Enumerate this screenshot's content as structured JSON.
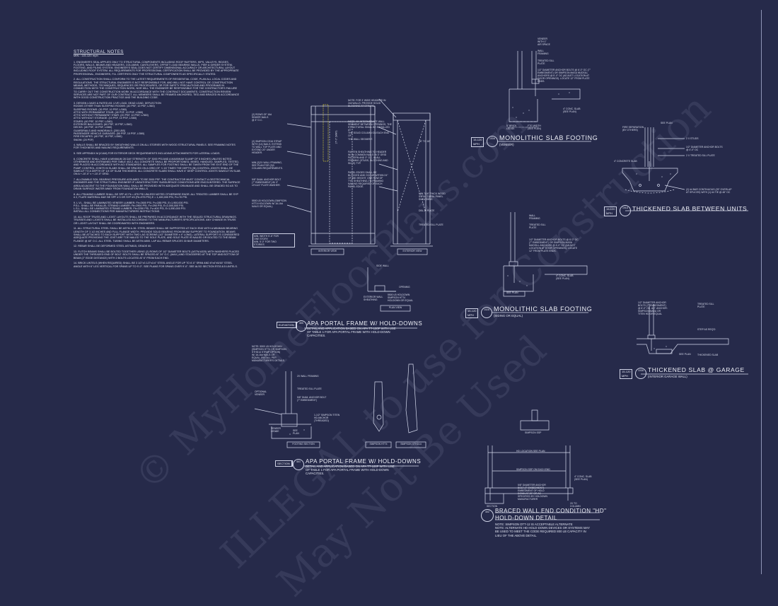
{
  "notes": {
    "title": "STRUCTURAL NOTES",
    "subtitle": "MIN.: 115-120 mph",
    "items": [
      "1. ENGINEER'S SEAL APPLIES ONLY TO STRUCTURAL COMPONENTS INCLUDING ROOF RAFTERS, HIPS, VALLEYS, RIDGES, FLOORS, WALLS, BEAMS AND HEADERS, COLUMNS, CANTILEVERS, OFFSET LOAD BEARING WALLS, PIER & GIRDER SYSTEM, FOOTING, AND PILING SYSTEM. ENGINEER'S SEAL DOES NOT CERTIFY DIMENSIONAL ACCURACY OR ARCHITECTURAL LAYOUT INCLUDING ROOF SYSTEM. ALL REQUIREMENTS FOR PROFESSIONAL CERTIFICATION SHALL BE PROVIDED BY THE APPROPRIATE PROFESSIONAL, ENGINEERS, P.A. CERTIFIES ONLY THE STRUCTURAL COMPONENTS AS SPECIFICALLY STATED.",
      "2. ALL CONSTRUCTION SHALL CONFORM TO THE LATEST REQUIREMENTS OF RESIDENTIAL CODE, PLAN ALL LOCAL CODES AND REGULATIONS. THE STRUCTURAL ENGINEER IS NOT RESPONSIBLE FOR, AND WILL NOT HAVE CONTROL OF, CONSTRUCTION MEANS, METHODS, TECHNIQUES, SEQUENCES OR PROCEDURES, OR FOR SAFETY PRECAUTIONS AND PROGRAMS IN CONNECTION WITH THE CONSTRUCTION WORK, NOR WILL THE ENGINEER BE RESPONSIBLE FOR THE CONTRACTOR'S FAILURE TO CARRY OUT THE CONSTRUCTION WORK IN ACCORDANCE WITH THE CONTRACT DOCUMENTS. CONSTRUCTION REVIEW SERVICES ARE NOT PART OF OUR CONTRACT. ALL MEMBERS SHALL BE FRAMED ANCHORED, TIED AND BRACED IN ACCORDANCE WITH GOOD CONSTRUCTION PRACTICE AND THE BUILDING CODE.",
      "3. DESIGN LOADS & RATED AS: LIVE LOAD, DEAD LOAD, DEFLECTION\n ROOMS OTHER THAN SLEEPING ROOMS: (40 PSF, 10 PSF, L/360)\n SLEEPING ROOMS: (30 PSF, 10 PSF, L/360)\n ATTIC WITH PERMANENT STAIR: (40 PSF, 10 PSF, L/360)\n ATTIC WITHOUT PERMANENT STAIR: (20 PSF, 10 PSF, L/360)\n ATTIC WITHOUT STORAGE: (10 PSF, 10 PSF, L/360)\n STAIRS: (40 PSF, 10 PSF, L/360)\n EXTERIOR BALCONIES: (60 PSF, 10 PSF, L/360)\n DECKS: (40 PSF, 10 PSF, L/360)\n GUARDRAILS AND HANDRAILS: (200 LBS)\n PASSENGER VEHICLE GARAGES: (50 PSF, 10 PSF, L/360)\n FIRE ESCAPES: (40 PSF, 10 PSF, L/360)\n SNOW: (20 PSF)",
      "4. WALLS SHALL BE BRACED BY SHEATHING WALLS ON ALL STORIES WITH WOOD STRUCTURAL PANELS. SEE FRAMING NOTES FOR THICKNESS AND NAILING REQUIREMENTS.",
      "5. SEE APPENDIX M (ICAM) FOR EXTERIOR DECK REQUIREMENTS INCLUDING ATTACHMENTS FOR LATERAL LOADS.",
      "6. CONCRETE SHALL HAVE A MINIMUM 28 DAY STRENGTH OF 3000 PSI AND A MAXIMUM SLUMP OF 5 INCHES UNLESS NOTED OTHERWISE AND ENTRAINED PER TABLE 402.2. ALL CONCRETE SHALL BE PROPORTIONED, MIXED, HANDLED, SAMPLED, TESTED, AND PLACED IN ACCORDANCE WITH ACI STANDARDS. ALL SAMPLES FOR FOOTING SHALL BE TAKEN FROM THE EXIT END OF THE PUMP. CONTROL JOINTS IN SLABS SHALL BE SPACED ON A GRID OF +/-15' TIMES THE DEPTH (IN) CONTROL JOINTS SHALL BE SAWCUT TO A DEPTH OF 1/4 OF SLAB THICKNESS. ALL CONCRETE SLABS SHALL HAVE 6\" DEEP CONTROL JOINTS SAWCUT IN SLAB ON A +-10'-0\" x +-10'-0\" GRID.",
      "7. ALLOWABLE SOIL BEARING PRESSURE ASSUMED TO BE 2000 PSF. THE CONTRACTOR MUST CONTACT A GEOTECHNICAL ENGINEER AND THE STRUCTURAL ENGINEER IF UNSATISFACTORY SUBSURFACE CONDITIONS ARE ENCOUNTERED. THE SURFACE AREA ADJACENT TO THE FOUNDATION WALL SHALL BE PROVIDED WITH ADEQUATE DRAINAGE AND SHALL BE GRADED SO AS TO DRAIN SURFACE WATER AWAY FROM FOUNDATION WALLS.",
      "8. ALL FRAMING LUMBER SHALL BE SPF #2 Fb = 875 PSI UNLESS NOTED OTHERWISE ENGR. ALL TREATED LUMBER SHALL BE SYP # 2, PLATE MATERIAL MAY BE SPF # 3 OR SYP #3 (Fb=975 PSI) E = 1,400,000 PSI, Fv=70 PSI.",
      "9. L.V.L. SHALL BE LAMINATED VENEER LUMBER; Fb=2600 PSI, Fv=285 PSI, E=1,900,000 PSI.\n P.S.L. SHALL BE PARALLEL STRAND LUMBER; Fb=2900 PSI, Fv=290 PSI, E=2,000,000 PSI.\n L.S.L. SHALL BE LAMINATED STRAND LUMBER; Fb=2250 PSI, Fv=400 PSI, E=1,550,000 PSI.\n INSTALL ALL CONNECTIONS PER MANUFACTURERS INSTRUCTIONS.",
      "10. ALL ROOF TRUSS AND I-JOIST LAYOUTS SHALL BE PREPARED IN ACCORDANCE WITH THE SEALED STRUCTURAL DRAWINGS. TRUSSES AND I-JOISTS SHALL BE INSTALLED ACCORDING TO THE MANUFACTURER'S SPECIFICATIONS. ANY CHANGE IN TRUSS OR I-JOIST LAYOUT SHALL BE COORDINATED WITH ENGINEERS.",
      "11. ALL STRUCTURAL STEEL SHALL BE ASTM A-36. STEEL BEAMS SHALL BE SUPPORTED AT EACH END WITH A MINIMUM BEARING LENGTH OF 3 1/2 INCHES AND FULL FLANGE WIDTH. PROVIDE SOLID BEARING FROM BEAM SUPPORT TO FOUNDATION. BEAMS SHALL BE ATTACHED TO EACH SUPPORT WITH TWO LAG SCREWS (1/2\" DIAMETER x 4\" LONG). LATERAL SUPPORT IS CONSIDERED ADEQUATE PROVIDING THE JOIST ARE TOE NAILED TO THE SOLE PLATE, AND SOLE PLATE IS NAILED OR BOLTED TO THE BEAM FLANGE @ 48\" O.C. ALL STEEL TUBING SHALL BE ASTM A500. LAP ALL REBAR SPLICES 30 BAR DIAMETERS.",
      "12. REBAR SHALL BE DEFORMED STEEL ASTM615, GRADE 60.",
      "13. FLITCH BEAMS SHALL BE BOLTED TOGETHER USING (2) ROWS OF 1/2\" DIAMETER BOLTS (ASTM A325) WITH WASHERS PLACED UNDER THE THREADED END OF BOLT. BOLTS SHALL BE SPACED AT 24\" O.C. (MAX.) AND STAGGERED AT THE TOP AND BOTTOM OF BEAM (2\" EDGE DISTANCE) WITH 2 BOLTS LOCATED AT 6\" FROM EACH END.",
      "14. BRICK LINTELS (WHEN REQUIRED) SHALL BE 3 1/2\"x3 1/2\"x1/4\" STEEL ANGLE FOR UP TO 6'-0\" SPAN AND 6\"x4\"x5/16\" STEEL ANGLE WITH 6\" LEG VERTICAL FOR SPANS UP TO 9'-0\". SEE PLANS FOR SPANS OVER 9'-0\". SEE ALSO SECTION R703.8.5 LINTELS."
    ]
  },
  "details": {
    "apa_elev": {
      "tag_left": "ELEVATION",
      "tag_num": "400",
      "tag_sheet": "SD",
      "title": "APA PORTAL FRAME W/ HOLD-DOWNS",
      "subtitle": "DETAIL AND APPLICATION BASED ON APA TT-100F WITH USE\nOF TABLE 1 FOR APA PORTAL FRAME WITH HOLD-DOWN\nCAPACITIES.",
      "interior_view": "INTERIOR VIEW",
      "exterior_view": "EXTERIOR VIEW",
      "plan_view": "PLAN VIEW"
    },
    "apa_section": {
      "tag_left": "SECTION",
      "tag_num": "401",
      "tag_sheet": "SD",
      "title": "APA PORTAL FRAME W/ HOLD-DOWNS",
      "subtitle": "DETAIL AND APPLICATION BASED ON APA TT-100F WITH USE\nOF TABLE 1 FOR APA PORTAL FRAME WITH HOLD-DOWN\nCAPACITIES.",
      "footing_section": "FOOTING SECTION",
      "simpson_hta": "SIMPSON HTT4",
      "simpson_stho": "SIMPSON STHD14"
    },
    "mono_veneer": {
      "tag_a": "15-120",
      "tag_b": "MPH",
      "tag_num": "100A",
      "tag_sheet": "SD",
      "title": "MONOLITHIC SLAB FOOTING",
      "subtitle": "(VENEER)"
    },
    "thick_units": {
      "tag_a": "15-120",
      "tag_b": "MPH",
      "tag_num": "101A",
      "tag_sheet": "SD",
      "title": "THICKENED SLAB BETWEEN UNITS"
    },
    "mono_siding": {
      "tag_a": "15-120",
      "tag_b": "MPH",
      "tag_num": "102A",
      "tag_sheet": "SD",
      "title": "MONOLITHIC SLAB FOOTING",
      "subtitle": "(SIDING OR EQUAL)"
    },
    "thick_garage": {
      "tag_a": "15-120",
      "tag_b": "MPH",
      "tag_num": "103A",
      "tag_sheet": "SD",
      "title": "THICKENED SLAB @ GARAGE",
      "subtitle": "(INTERIOR GARAGE WALL)"
    },
    "braced": {
      "tag_num": "402",
      "tag_sheet": "SD",
      "title_1": "BRACED WALL END CONDITION \"HD\"",
      "title_2": "HOLD-DOWN DETAIL",
      "subtitle": "NOTE: SIMPSON DTT-12 IS ACCEPTABLE ALTERNATE\nNOTE: ALTERNATE HD HOLD-DOWN DEVICES OR SYSTEMS MAY\nBE USED TO MEET THE CODE REQUIRED 800 LB CAPACITY IN\nLIEU OF THE ABOVE DETAIL."
    }
  },
  "labels": {
    "veneer": "VENEER\nWITH 1\"\nAIR SPACE",
    "wall": "WALL\nFRAMING",
    "treated_sill": "TREATED SILL\nPLATE",
    "anchor_bolt": "1/2\" DIAMETER ANCHOR BOLTS @ 6'-0\" OC (7\"\nEMBEDMENT) OR SIMPSON MASA MUDSILL\nANCHORS @ 6'-0\" OC (ADJUST LOCATION AT\nDOOR OPENINGS). LOCATE 12\" FROM PLATE\nENDS.",
    "conc_slab": "4\" CONC. SLAB\n(SEE PLAN)",
    "brick_ledge": "5\" BRICK\nLEDGE",
    "ftg_width": "FTG WIDTH\n(SEE PLAN)",
    "fire_sep": "FIRE SEPARATION\n(BY OTHERS)",
    "see_plan": "SEE PLAN",
    "studs": "2 X STUDS",
    "anchor_48": "1/2\" DIAMETER ANCHOR BOLTS\n@ 4'-0\" OC",
    "treated_plate": "2 X TREATED SILL PLATE",
    "concrete_slab": "4\" CONCRETE SLAB",
    "bar_continuous": "(2) #4 BAR CONTINUOUS (25\" OVERLAP\nAT SPLICES) WITH (1) #4 TIE @ 48\" OC",
    "garage_anchor": "1/2\" DIAMETER ANCHOR\nBOLTS (7\" EMBEDMENT)\n@ 6'-0\" OC. ALT. ANCHOR:\nSIMPSON MASA OR\nTITEN HD OR EQUAL",
    "treated_sill_plate": "TREATED SILL\nPLATE",
    "step_rebar": "STEP AS REQ'D",
    "thickened_slab": "THICKENED SLAB",
    "rooms_note": "(2) ROWS OF 16d\nSINKER NAILS\n@ 3\" O.C.",
    "strap_note": "(2) SIMPSON CS16 STRAP\nWITH (14) NAILS, EXTEND\nTO WALL TOP PLATE AND\nEXTEND 20\" UNDER\nHEADER.",
    "min_header": "MIN (2)2X WALL FRAMING,\nSEE PLAN FOR (3)3\nCOLUMN REQUIREMENTS.",
    "anchor_embed": "5/8\" DIAM. ANCHOR BOLT\n(7\" EMBEDMENT) W/ 3\"\nx3\"x1/4\" PLATE WASHER.",
    "holddown_note": "5500 LB HOLDOWN (SIMPSON\nHTT4 HOLDOWN W/ 16-16d\nNAILS OR EQUAL)",
    "right_note1": "NOTE: FOR 3' WIDE HEADERS IN\n2x6 WALLS, PROVIDE SOLID\nBLOCKING AT STRAPS.",
    "right_note2": "NOTE: AN INTERMEDIATE WALL\nSEGMENT BETWEEN OPENINGS, THE\nSTRUCTURAL SHALL BE INSTALLED AT\nTHE SOLID COLUMN ON EACH END OF\nTHE WALL SEGMENT.",
    "fasten_note": "FASTEN SHEATHING TO HEADER\nW/ 8d COMMON NAILS IN 3\" GRID\nPATTERN AND 3\" O.C. IN ALL\nFRAMING (STUDS, BLOCKING AND\nSILLS) TYP.",
    "panel_edges": "PANEL EDGES SHALL BE\nBLOCKED AND OCCUR WITHIN 24\"\nOF MID HEIGHT. ONE ROW OF\nTYP. SHEATHING-TO-FRAMING\nNAILING REQUIRED OF EACH\nPANEL EDGE.",
    "min_thick": "MIN 7/16\" THICK WOOD\nSTRUCTURAL PANEL\nSHEATHING",
    "min_width": "MIN. WIDTH 5'-6\" FOR\nONE STORY,\nMIN. 5'-0\" FOR TWO\nSTORIES",
    "dbl_plate": "DBL 2x PLATE",
    "treated_sill_2": "TREATED SILL PLATE",
    "dim_16": "16\" TO 18\"",
    "dim_17": "17'-0\" (MAX)",
    "opening": "OPENING",
    "side_wall": "SIDE WALL",
    "ext_sheath": "EXTERIOR WALL\nSHEATHING",
    "plan_holdown": "5500 LB HOLDOWN\nSIMPSON HTT4\nHOLDOWN OR EQUAL",
    "sec_note": "NOTE: 5500 LB HOLDOWN\n(SIMPSON HTT4 OR SIMPSON\nSTHD14 STRAP OPTION)\nW/ 16-16d NAILS OR\nEQUAL. INSTALL PER\nMANUFACTURER'S DETAILS.",
    "sec_2x4": "2X WALL FRAMING",
    "sec_treated": "TREATED SILL PLATE",
    "sec_anchor": "5/8\" DIAM. ANCHOR BOLT\n(7\" EMBEDMENT)",
    "sec_simpson": "1-1/2\" SIMPSON TITEN\nHD ANCHOR\n(THREADED)",
    "sec_veneer": "VENEER\nLEDGE",
    "sec_plan": "SEE\nPLAN",
    "sec_optional": "OPTIONAL\nVENEER",
    "simpson_ssp": "SIMPSON SSP",
    "hd_anchor": "HD LOCATION SEE PLAN",
    "hd_simpson": "SIMPSON SSP ON EACH END",
    "hd_slab": "4\" CONC. SLAB\n(SEE PLAN)",
    "hd_column": "2X TO\nCOLUMN",
    "hd_bolt": "5/8\" DIAMETER ANCHOR\nBOLT (7\" EMBEDMENT)\nEMBEDMENT OF HOLD\nDOWN AT 20\" OR AS\nSPECIFIED BY HOLDOWN\nMANUFACTURER",
    "hd_section": "SECTION",
    "sill_plate_b": "TREATED SILL\nPLATE",
    "wall_b": "WALL\nFRAMING",
    "anchor_b": "1/2\" DIAMETER ANCHOR BOLTS @ 6'-0\" OC\n(7\" EMBEDMENT) OR SIMPSON MASA\nMUDSILL ANCHORS @ 6'-0\" OC (ADJUST\nLOCATION AT DOOR OPENINGS). LOCATE\n12\" FROM PLATE ENDS.",
    "slab_b": "4\" CONC. SLAB\n(SEE PLAN)",
    "see_plan_b": "SEE PLAN"
  },
  "watermarks": {
    "w1": "© MyHomeFloorPlans.com",
    "w2": "ILLEGAL to use for Construction",
    "w3": "May Not Be Used"
  }
}
